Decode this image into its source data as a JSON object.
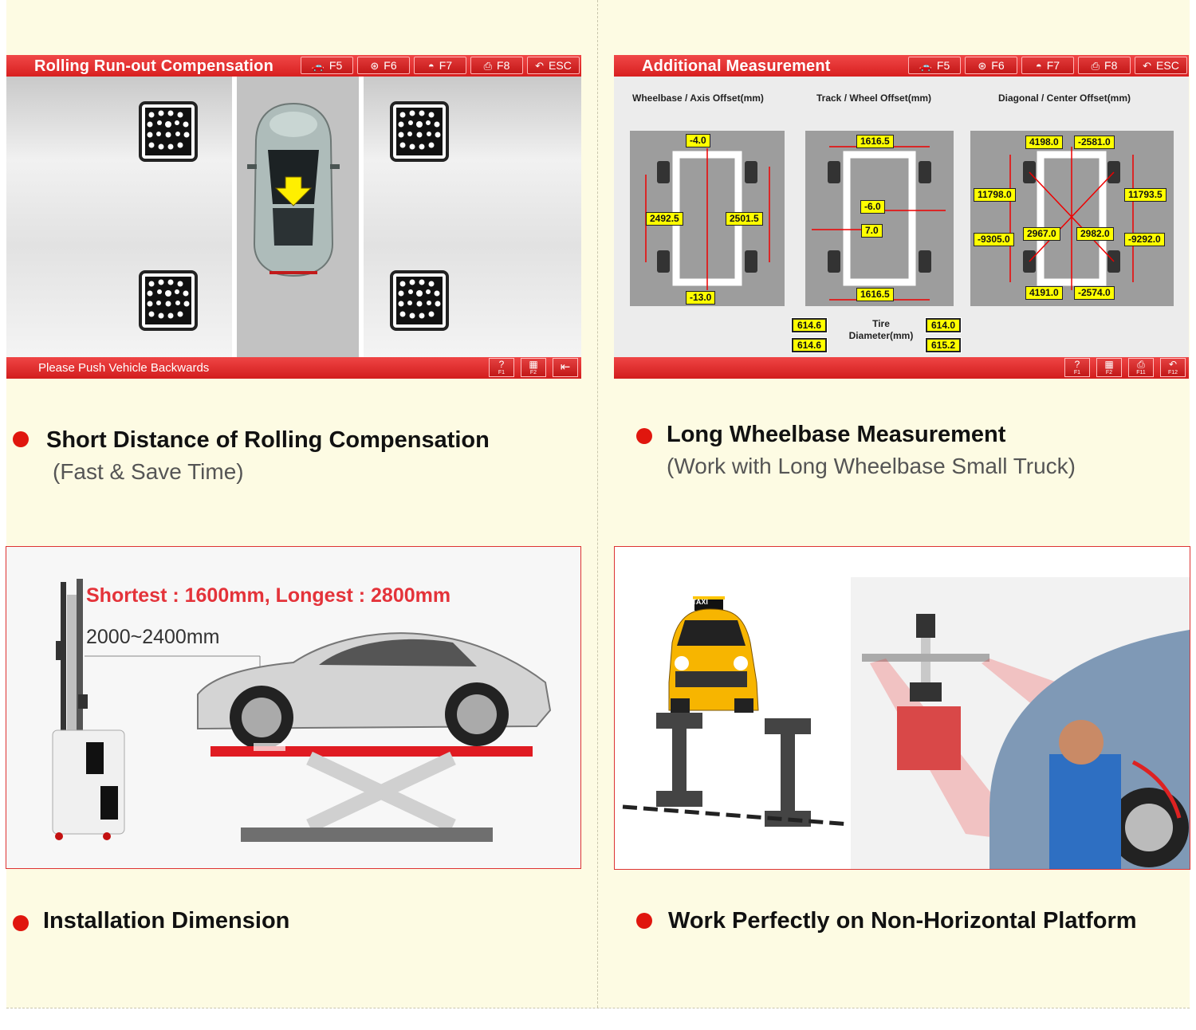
{
  "panel_left": {
    "title": "Rolling Run-out Compensation",
    "fkeys": [
      {
        "icon": "car-icon",
        "label": "F5"
      },
      {
        "icon": "wheel-icon",
        "label": "F6"
      },
      {
        "icon": "steering-icon",
        "label": "F7"
      },
      {
        "icon": "printer-icon",
        "label": "F8"
      },
      {
        "icon": "back-arrow-icon",
        "label": "ESC"
      }
    ],
    "status_message": "Please Push Vehicle Backwards",
    "bottom_buttons": [
      {
        "icon": "help-icon",
        "label": "F1"
      },
      {
        "icon": "grid-icon",
        "label": "F2"
      },
      {
        "icon": "exit-icon",
        "label": ""
      }
    ]
  },
  "panel_right": {
    "title": "Additional Measurement",
    "fkeys": [
      {
        "icon": "car-icon",
        "label": "F5"
      },
      {
        "icon": "wheel-icon",
        "label": "F6"
      },
      {
        "icon": "steering-icon",
        "label": "F7"
      },
      {
        "icon": "printer-icon",
        "label": "F8"
      },
      {
        "icon": "back-arrow-icon",
        "label": "ESC"
      }
    ],
    "columns": {
      "wheelbase": "Wheelbase / Axis Offset(mm)",
      "track": "Track / Wheel Offset(mm)",
      "diagonal": "Diagonal / Center Offset(mm)"
    },
    "wheelbase_values": {
      "top": "-4.0",
      "left": "2492.5",
      "right": "2501.5",
      "bottom": "-13.0"
    },
    "track_values": {
      "top": "1616.5",
      "offset_front": "-6.0",
      "offset_rear": "7.0",
      "bottom": "1616.5"
    },
    "diagonal_values": {
      "top_left": "4198.0",
      "top_right": "-2581.0",
      "mid_left": "11798.0",
      "mid_right": "11793.5",
      "low_left": "-9305.0",
      "low_right": "-9292.0",
      "center_left": "2967.0",
      "center_right": "2982.0",
      "bottom_left": "4191.0",
      "bottom_right": "-2574.0"
    },
    "tire": {
      "label": "Tire Diameter(mm)",
      "front_left": "614.6",
      "rear_left": "614.6",
      "front_right": "614.0",
      "rear_right": "615.2"
    },
    "bottom_buttons": [
      {
        "icon": "help-icon",
        "label": "F1"
      },
      {
        "icon": "grid-icon",
        "label": "F2"
      },
      {
        "icon": "printer-icon",
        "label": "F11"
      },
      {
        "icon": "undo-icon",
        "label": "F12"
      }
    ]
  },
  "features": [
    {
      "title": "Short Distance of Rolling Compensation",
      "subtitle": "(Fast & Save Time)"
    },
    {
      "title": "Long Wheelbase Measurement",
      "subtitle": "(Work with Long Wheelbase Small Truck)"
    },
    {
      "title": "Installation Dimension",
      "subtitle": ""
    },
    {
      "title": "Work Perfectly on Non-Horizontal Platform",
      "subtitle": ""
    }
  ],
  "installation": {
    "range_text": "Shortest : 1600mm, Longest : 2800mm",
    "height_text": "2000~2400mm"
  },
  "taxi_sign": "TAXI",
  "colors": {
    "accent_red": "#e0160e",
    "label_yellow": "#ffff00",
    "page_bg": "#fdfbe3"
  }
}
